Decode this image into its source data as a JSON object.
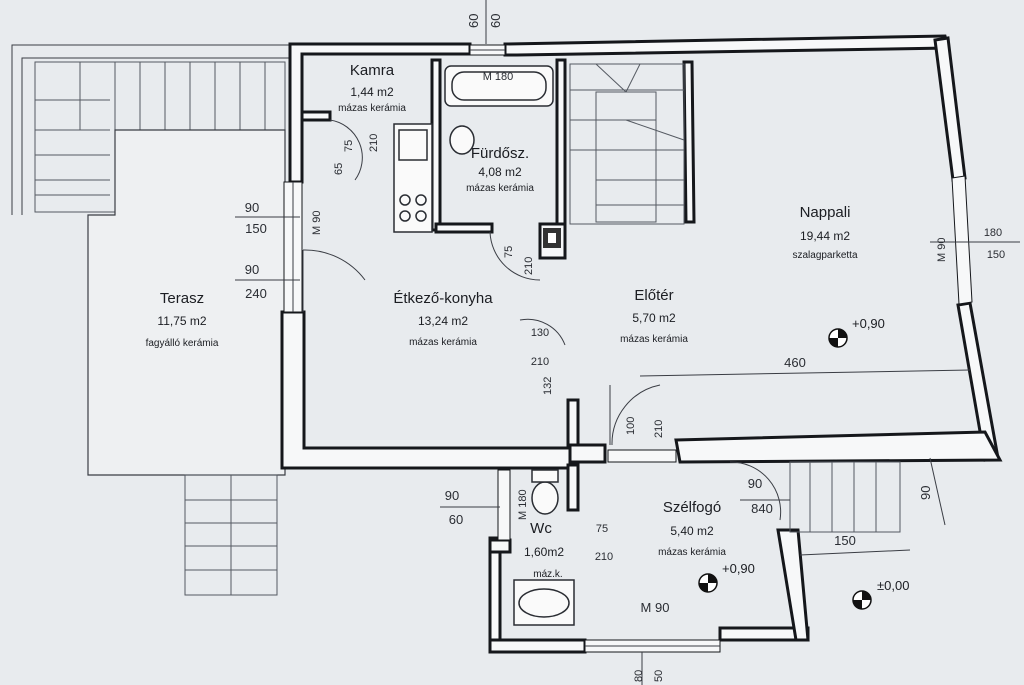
{
  "rooms": {
    "kamra": {
      "name": "Kamra",
      "area": "1,44 m2",
      "finish": "mázas kerámia"
    },
    "furdo": {
      "name": "Fürdősz.",
      "area": "4,08 m2",
      "finish": "mázas kerámia"
    },
    "terasz": {
      "name": "Terasz",
      "area": "11,75 m2",
      "finish": "fagyálló kerámia"
    },
    "konyha": {
      "name": "Étkező-konyha",
      "area": "13,24 m2",
      "finish": "mázas kerámia"
    },
    "eloter": {
      "name": "Előtér",
      "area": "5,70 m2",
      "finish": "mázas kerámia"
    },
    "nappali": {
      "name": "Nappali",
      "area": "19,44 m2",
      "finish": "szalagparketta"
    },
    "wc": {
      "name": "Wc",
      "area": "1,60m2",
      "finish": "máz.k."
    },
    "szelfogo": {
      "name": "Szélfogó",
      "area": "5,40 m2",
      "finish": "mázas kerámia"
    }
  },
  "dimensions": {
    "top_60_a": "60",
    "top_60_b": "60",
    "m180": "M 180",
    "d90_150_top": "90",
    "d90_150_bot": "150",
    "d90_240_top": "90",
    "d90_240_bot": "240",
    "m90_left": "M 90",
    "d65": "65",
    "d75_a": "75",
    "d210_a": "210",
    "d75_b": "75",
    "d210_b": "210",
    "d130": "130",
    "d210_c": "210",
    "d132": "132",
    "d100": "100",
    "d210_d": "210",
    "d460": "460",
    "m90_right": "M 90",
    "d180_r": "180",
    "d150_r": "150",
    "d90_60_top": "90",
    "d90_60_bot": "60",
    "m180_wc": "M 180",
    "d75_wc": "75",
    "d210_wc": "210",
    "d90_840_top": "90",
    "d90_840_bot": "840",
    "d90_side": "90",
    "d150_step": "150",
    "m90_bottom": "M 90",
    "bot_80": "80",
    "bot_50": "50"
  },
  "levels": {
    "nappali": "+0,90",
    "szelfogo": "+0,90",
    "outside": "±0,00"
  }
}
